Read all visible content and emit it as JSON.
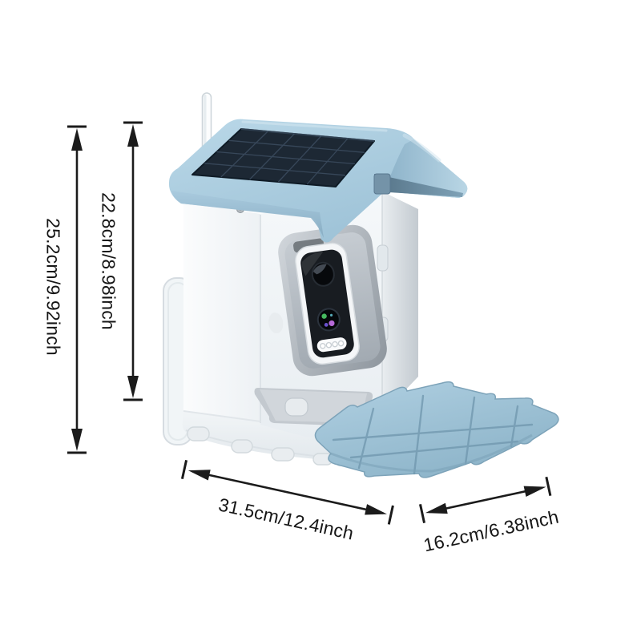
{
  "diagram": {
    "background": "#ffffff",
    "line_color": "#1b1b1b",
    "labels": {
      "total_height": "25.2cm/9.92inch",
      "house_height": "22.8cm/8.98inch",
      "width": "31.5cm/12.4inch",
      "depth": "16.2cm/6.38inch"
    }
  },
  "product": {
    "colors": {
      "roof_blue": "#a9cbdd",
      "solar_panel": "#1d2834",
      "body_white": "#f5f7f9",
      "camera_face": "#181c21",
      "perch_blue": "#a3c7da"
    }
  }
}
